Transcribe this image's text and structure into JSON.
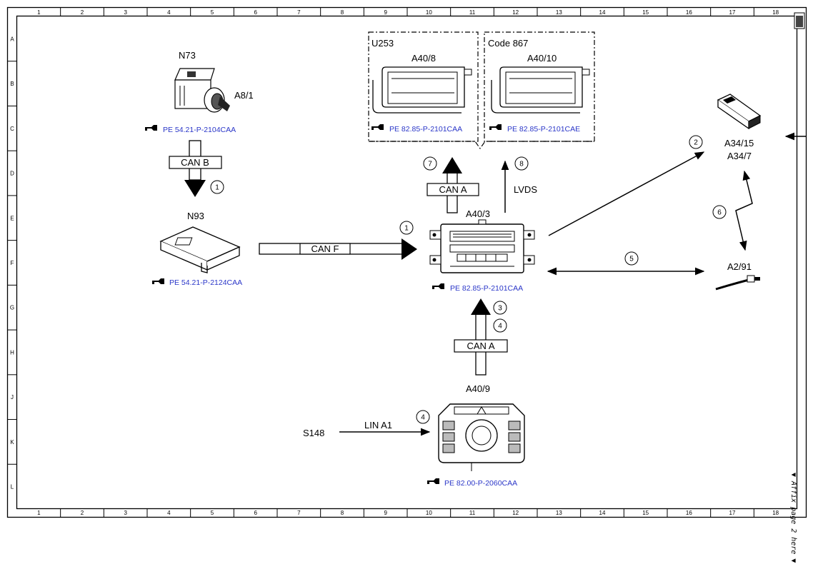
{
  "ruler": {
    "columns": [
      "1",
      "2",
      "3",
      "4",
      "5",
      "6",
      "7",
      "8",
      "9",
      "10",
      "11",
      "12",
      "13",
      "14",
      "15",
      "16",
      "17",
      "18"
    ],
    "rows": [
      "A",
      "B",
      "C",
      "D",
      "E",
      "F",
      "G",
      "H",
      "J",
      "K",
      "L"
    ]
  },
  "groups": {
    "u253": "U253",
    "code867": "Code 867"
  },
  "components": {
    "n73": "N73",
    "a8_1": "A8/1",
    "n93": "N93",
    "a40_8": "A40/8",
    "a40_10": "A40/10",
    "a40_3": "A40/3",
    "a40_9": "A40/9",
    "a34_15": "A34/15",
    "a34_7": "A34/7",
    "a2_91": "A2/91",
    "s148": "S148"
  },
  "references": {
    "n73": "PE 54.21-P-2104CAA",
    "n93": "PE 54.21-P-2124CAA",
    "a40_8": "PE 82.85-P-2101CAA",
    "a40_10": "PE 82.85-P-2101CAE",
    "a40_3": "PE 82.85-P-2101CAA",
    "a40_9": "PE 82.00-P-2060CAA"
  },
  "buses": {
    "can_b": "CAN B",
    "can_f": "CAN F",
    "can_a_top": "CAN A",
    "can_a_bottom": "CAN A",
    "lvds": "LVDS",
    "lin_a1": "LIN A1"
  },
  "markers": {
    "m1_can_b": "1",
    "m1_can_f": "1",
    "m2": "2",
    "m3": "3",
    "m4_can_a": "4",
    "m4_lin": "4",
    "m5": "5",
    "m6": "6",
    "m7": "7",
    "m8": "8"
  },
  "affix_note": "▼ Affix page 2 here ▼"
}
